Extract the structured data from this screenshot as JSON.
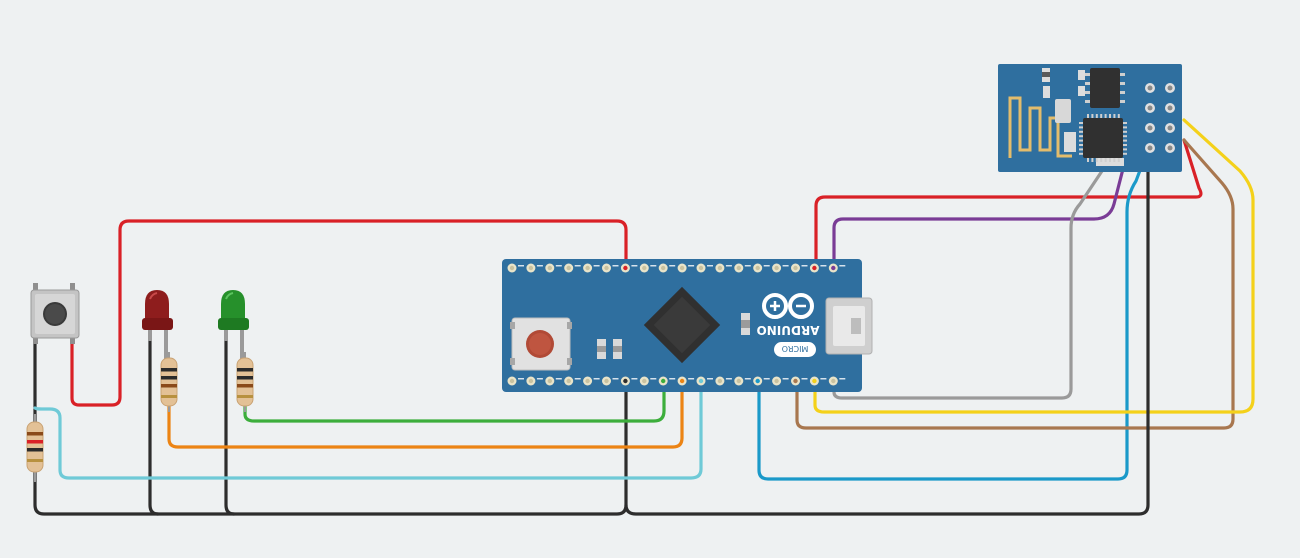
{
  "board": {
    "logo_text": "ARDUINO",
    "model_text": "MICRO"
  },
  "colors": {
    "background": "#eef1f2",
    "board_blue": "#2f6f9f",
    "wire_red": "#d92127",
    "wire_green": "#3cae3c",
    "wire_orange": "#ec8414",
    "wire_light_blue": "#6fcad7",
    "wire_black": "#2d2d2d",
    "wire_purple": "#7a3c96",
    "wire_gray": "#9a9a9a",
    "wire_blue": "#1a99c9",
    "wire_brown": "#a8774f",
    "wire_yellow": "#f4d11a",
    "led_red": "#8e1d1d",
    "led_green": "#26902b"
  },
  "components": [
    {
      "name": "push-button",
      "icon": "tactile-switch-icon"
    },
    {
      "name": "red-led",
      "icon": "led-icon"
    },
    {
      "name": "green-led",
      "icon": "led-icon"
    },
    {
      "name": "resistor",
      "icon": "resistor-icon"
    },
    {
      "name": "arduino-micro",
      "icon": "microcontroller-board-icon"
    },
    {
      "name": "esp8266-wifi-module",
      "icon": "wifi-module-icon"
    }
  ]
}
